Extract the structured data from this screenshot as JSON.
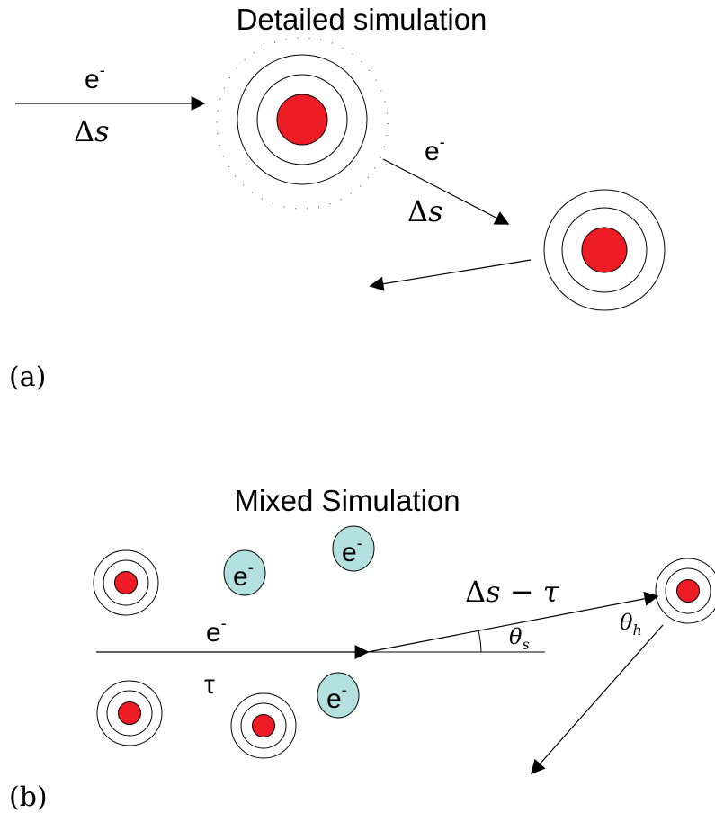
{
  "panel_a": {
    "title": "Detailed simulation",
    "label": "(a)",
    "e1": "e",
    "e1_sup": "-",
    "ds1": "Δ",
    "ds1_var": "s",
    "e2": "e",
    "e2_sup": "-",
    "ds2": "Δ",
    "ds2_var": "s"
  },
  "panel_b": {
    "title": "Mixed Simulation",
    "label": "(b)",
    "e_main": "e",
    "e_main_sup": "-",
    "tau": "τ",
    "ds_tau_delta": "Δ",
    "ds_tau_s": "s",
    "ds_tau_rest": " − τ",
    "theta_s": "θ",
    "theta_s_sub": "s",
    "theta_h": "θ",
    "theta_h_sub": "h",
    "electron1": "e",
    "electron1_sup": "-",
    "electron2": "e",
    "electron2_sup": "-",
    "electron3": "e",
    "electron3_sup": "-"
  },
  "colors": {
    "nucleus": "#ee1c24",
    "electron_fill": "#b4e0e0",
    "line": "#000000"
  }
}
